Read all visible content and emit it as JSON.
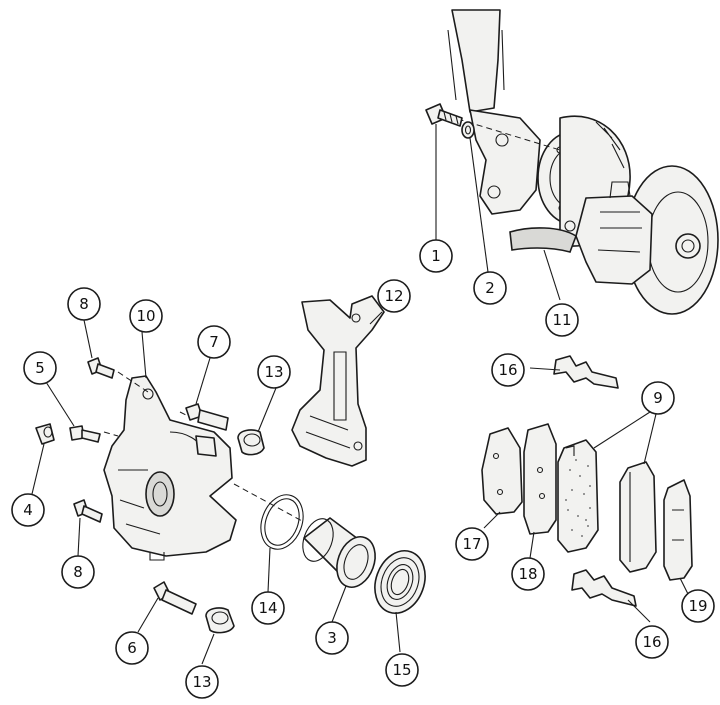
{
  "callouts": {
    "c1": "1",
    "c2": "2",
    "c3": "3",
    "c4": "4",
    "c5": "5",
    "c6": "6",
    "c7": "7",
    "c8a": "8",
    "c8b": "8",
    "c9": "9",
    "c10": "10",
    "c11": "11",
    "c12": "12",
    "c13a": "13",
    "c13b": "13",
    "c14": "14",
    "c15": "15",
    "c16a": "16",
    "c16b": "16",
    "c17": "17",
    "c18": "18",
    "c19": "19"
  },
  "colors": {
    "line": "#1c1c1c",
    "paper": "#ffffff",
    "part_fill": "#f2f2f0"
  }
}
